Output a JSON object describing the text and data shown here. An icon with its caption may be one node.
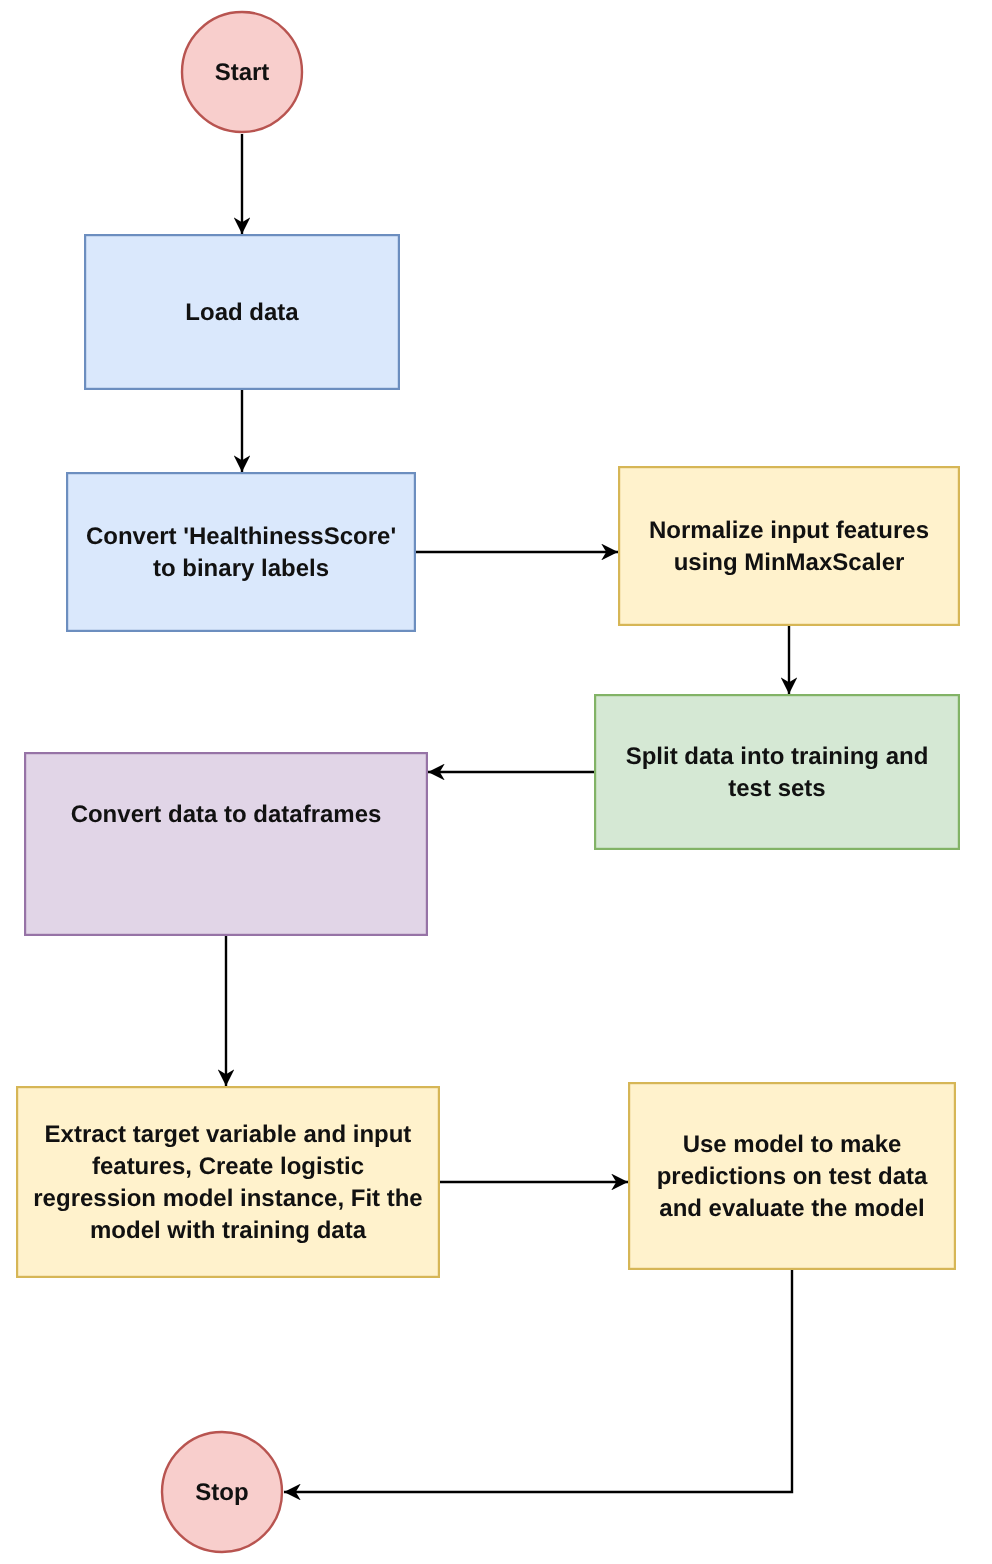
{
  "diagram": {
    "nodes": [
      {
        "text": [
          "Start"
        ]
      },
      {
        "text": [
          "Load data"
        ]
      },
      {
        "text": [
          "Convert 'HealthinessScore' to binary labels"
        ]
      },
      {
        "text": [
          "Normalize input features using MinMaxScaler"
        ]
      },
      {
        "text": [
          "Split data into training and test sets"
        ]
      },
      {
        "text": [
          "Convert data to dataframes"
        ]
      },
      {
        "text": [
          "Extract target variable and input features, Create logistic regression model instance, Fit the model with training data"
        ]
      },
      {
        "text": [
          "Use model to make predictions on test data and evaluate the model"
        ]
      },
      {
        "text": [
          "Stop"
        ]
      }
    ],
    "edges": [
      {
        "from": 0,
        "to": 1,
        "arrow": "to"
      },
      {
        "from": 1,
        "to": 2,
        "arrow": "to"
      },
      {
        "from": 2,
        "to": 3,
        "arrow": "to"
      },
      {
        "from": 3,
        "to": 4,
        "arrow": "to"
      },
      {
        "from": 4,
        "to": 5,
        "arrow": "to"
      },
      {
        "from": 5,
        "to": 6,
        "arrow": "to"
      },
      {
        "from": 6,
        "to": 7,
        "arrow": "to"
      },
      {
        "from": 7,
        "to": 8,
        "arrow": "to"
      }
    ]
  }
}
